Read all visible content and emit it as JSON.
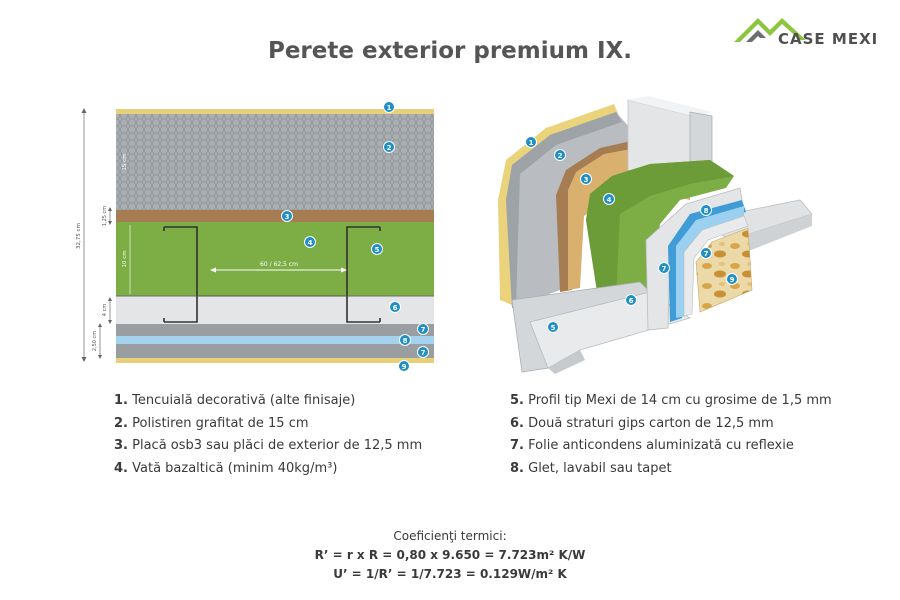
{
  "header": {
    "title": "Perete exterior premium IX.",
    "logo_text": "CASE MEXI"
  },
  "cross_section": {
    "dim_total": "32,75 cm",
    "dim_polystyrene": "15 cm",
    "dim_osb": "1,25 cm",
    "dim_wool": "10 cm",
    "dim_profile": "4 cm",
    "dim_gips": "2,50 cm",
    "dim_spacing": "60 / 62,5 cm",
    "markers": [
      "1",
      "2",
      "3",
      "4",
      "5",
      "6",
      "7",
      "8",
      "7",
      "9"
    ]
  },
  "iso_view": {
    "markers": [
      "1",
      "2",
      "3",
      "4",
      "5",
      "6",
      "7",
      "8",
      "7",
      "9"
    ]
  },
  "legend": {
    "left": [
      {
        "num": "1.",
        "text": "Tencuială decorativă (alte finisaje)"
      },
      {
        "num": "2.",
        "text": "Polistiren grafitat de 15 cm"
      },
      {
        "num": "3.",
        "text": "Placă osb3 sau plăci de exterior de 12,5 mm"
      },
      {
        "num": "4.",
        "text": "Vată bazaltică (minim 40kg/m³)"
      }
    ],
    "right": [
      {
        "num": "5.",
        "text": "Profil tip Mexi de 14 cm cu grosime de 1,5 mm"
      },
      {
        "num": "6.",
        "text": "Două straturi gips carton de 12,5 mm"
      },
      {
        "num": "7.",
        "text": "Folie anticondens aluminizată cu reflexie"
      },
      {
        "num": "8.",
        "text": "Glet, lavabil sau tapet"
      }
    ]
  },
  "coefficients": {
    "heading": "Coeficienţi termici:",
    "formula_r": "R’ = r x R = 0,80 x 9.650 = 7.723m² K/W",
    "formula_u": "U’ = 1/R’ = 1/7.723 = 0.129W/m² K"
  },
  "colors": {
    "plaster": "#e8cf7a",
    "polystyrene": "#a9aeb3",
    "osb": "#a67c52",
    "wool": "#7dad45",
    "gips": "#e3e5e6",
    "foil": "#a3d3ef",
    "marker": "#1f8fc4"
  }
}
